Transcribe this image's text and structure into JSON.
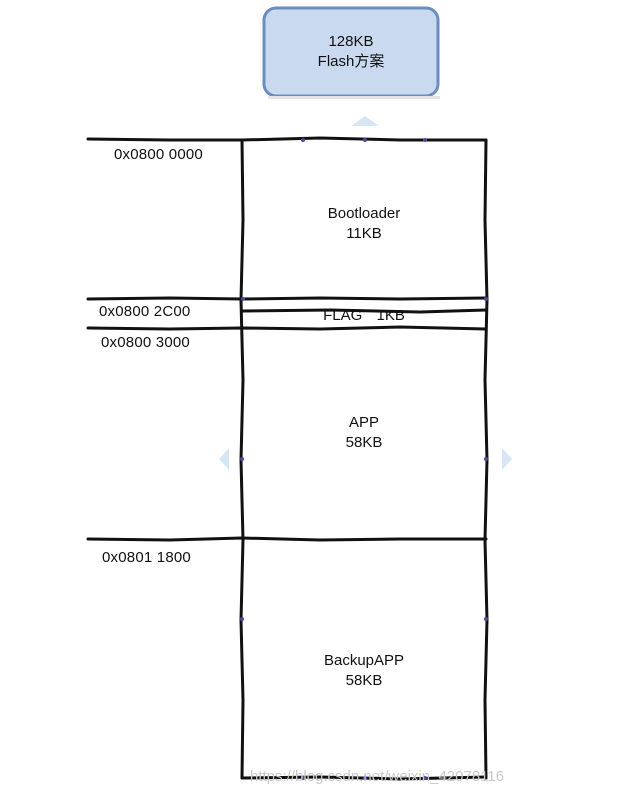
{
  "title_box": {
    "line1": "128KB",
    "line2": "Flash方案",
    "fill": "#c9daf0",
    "stroke": "#6c8ebf"
  },
  "regions": [
    {
      "name": "Bootloader",
      "size": "11KB",
      "address": "0x0800 0000"
    },
    {
      "name": "FLAG",
      "size": "1KB",
      "address": "0x0800 2C00"
    },
    {
      "name": "APP",
      "size": "58KB",
      "address": "0x0800 3000"
    },
    {
      "name": "BackupAPP",
      "size": "58KB",
      "address": "0x0801 1800"
    }
  ],
  "watermark": "https://blog.csdn.net/weixin_42078116",
  "colors": {
    "line": "#111111",
    "handle": "#d6e6f5"
  }
}
